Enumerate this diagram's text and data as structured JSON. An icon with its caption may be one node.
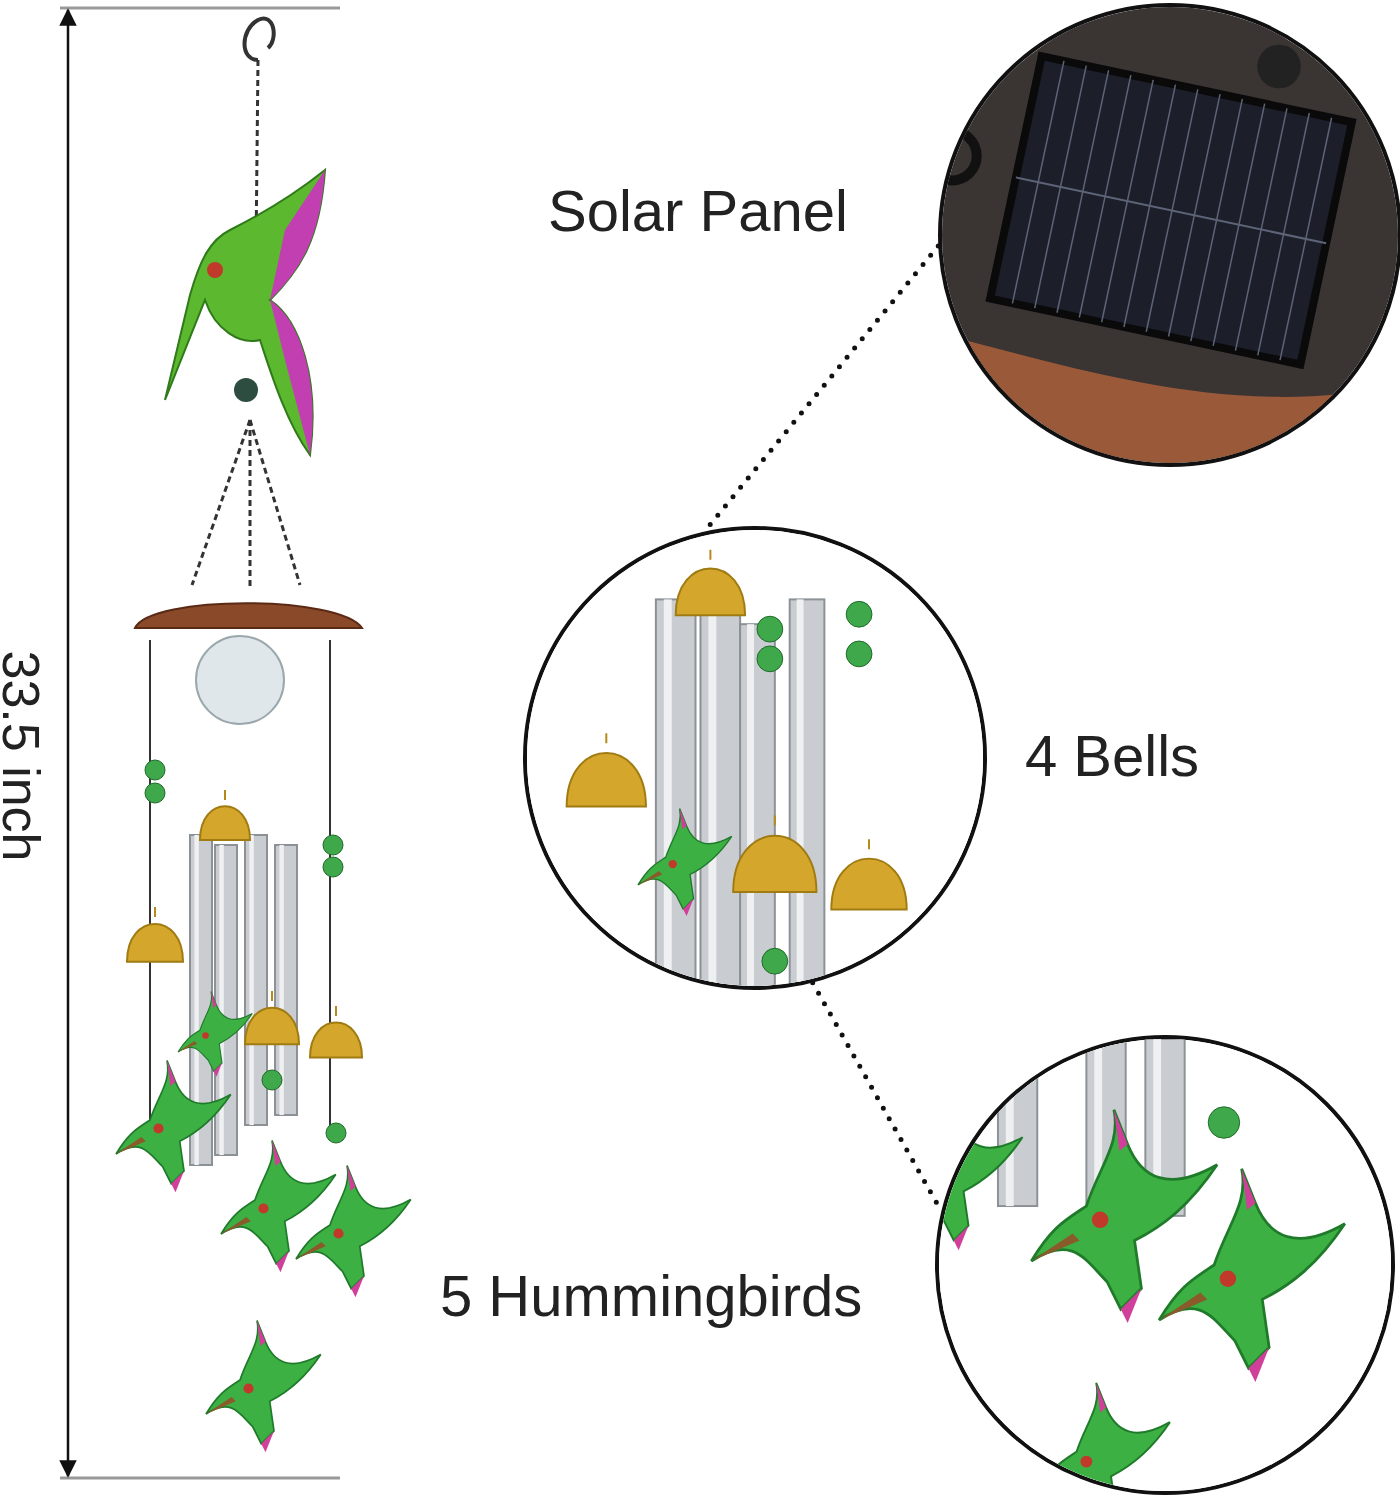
{
  "diagram": {
    "nodes": [
      {
        "text": [],
        "shape": "picture",
        "beside": [
          "Solar Panel"
        ]
      },
      {
        "text": [],
        "shape": "picture",
        "beside": [
          "4 Bells"
        ]
      },
      {
        "text": [],
        "shape": "picture",
        "beside": [
          "5 Hummingbirds"
        ]
      }
    ],
    "edges": [
      {
        "from": 0,
        "to": 1,
        "arrow": "none",
        "style": "dashed"
      },
      {
        "from": 1,
        "to": 2,
        "arrow": "none",
        "style": "dashed"
      }
    ],
    "labels": [
      "33.5 inch"
    ]
  }
}
